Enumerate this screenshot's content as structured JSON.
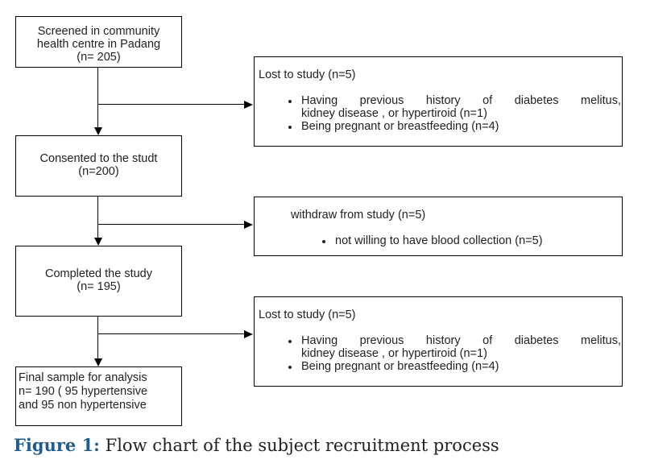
{
  "flowchart": {
    "main_steps": [
      {
        "lines": [
          "Screened in community",
          "health centre in Padang",
          "(n= 205)"
        ]
      },
      {
        "lines": [
          "Consented to the studt",
          "(n=200)"
        ]
      },
      {
        "lines": [
          "Completed the study",
          "(n= 195)"
        ]
      },
      {
        "lines": [
          "Final sample for analysis",
          "n= 190 ( 95 hypertensive",
          "and 95 non hypertensive"
        ]
      }
    ],
    "exclusions": [
      {
        "title": "Lost to study (n=5)",
        "items": [
          {
            "lines": [
              "Having previous history of diabetes melitus,",
              "kidney disease , or hypertiroid (n=1)"
            ]
          },
          {
            "lines": [
              "Being pregnant or breastfeeding (n=4)"
            ]
          }
        ]
      },
      {
        "title": "withdraw from study (n=5)",
        "items": [
          {
            "lines": [
              "not willing to have blood collection (n=5)"
            ]
          }
        ]
      },
      {
        "title": "Lost to study (n=5)",
        "items": [
          {
            "lines": [
              "Having previous history of diabetes melitus,",
              "kidney disease , or hypertiroid (n=1)"
            ]
          },
          {
            "lines": [
              "Being pregnant or breastfeeding (n=4)"
            ]
          }
        ]
      }
    ]
  },
  "caption": {
    "label": "Figure 1:",
    "text": "Flow chart of the subject recruitment process"
  }
}
